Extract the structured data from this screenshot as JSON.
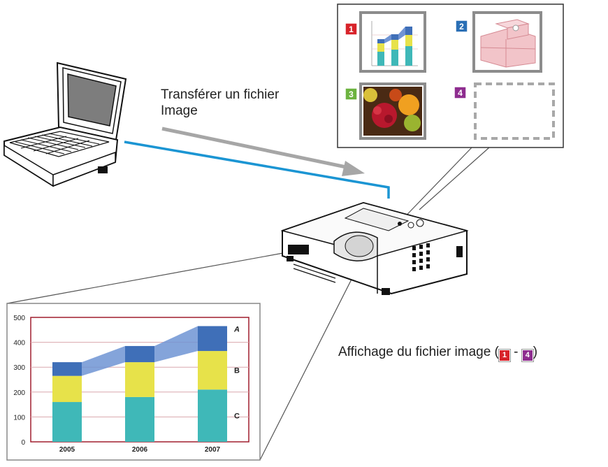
{
  "transfer_label_line1": "Transférer un fichier",
  "transfer_label_line2": "Image",
  "display_label": {
    "prefix": "Affichage du fichier image (",
    "badge_first": "1",
    "separator": " - ",
    "badge_last": "4",
    "suffix": ")"
  },
  "screen_slots": [
    {
      "number": "1",
      "color": "#d8232a",
      "content": "bar-chart-thumbnail"
    },
    {
      "number": "2",
      "color": "#2a6fb5",
      "content": "building-thumbnail"
    },
    {
      "number": "3",
      "color": "#6cb33f",
      "content": "fruit-photo-thumbnail"
    },
    {
      "number": "4",
      "color": "#8e2d8f",
      "content": "empty-slot"
    }
  ],
  "colors": {
    "cable": "#1b95d3",
    "arrow": "#a6a6a6",
    "series_A": "#3f6fb8",
    "series_B": "#e7e24a",
    "series_C": "#3fb8b8"
  },
  "chart_data": {
    "type": "bar",
    "stacked": true,
    "categories": [
      "2005",
      "2006",
      "2007"
    ],
    "series": [
      {
        "name": "C",
        "values": [
          160,
          180,
          210
        ]
      },
      {
        "name": "B",
        "values": [
          105,
          140,
          155
        ]
      },
      {
        "name": "A",
        "values": [
          55,
          65,
          100
        ]
      }
    ],
    "ylim": [
      0,
      500
    ],
    "yticks": [
      "0",
      "100",
      "200",
      "300",
      "400",
      "500"
    ],
    "grid": true,
    "series_labels_placement": "right of last bar"
  }
}
